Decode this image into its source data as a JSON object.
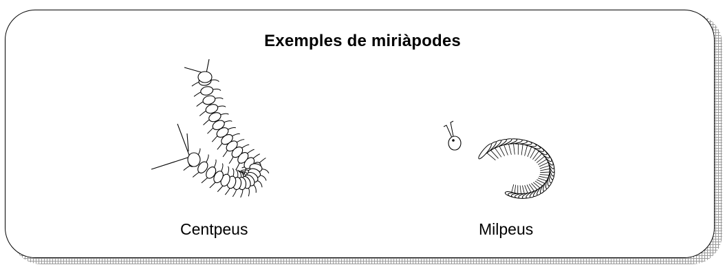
{
  "title": "Exemples de miriàpodes",
  "animals": [
    {
      "label": "Centpeus",
      "icon": "centipede-drawing"
    },
    {
      "label": "Milpeus",
      "icon": "millipede-drawing"
    }
  ]
}
